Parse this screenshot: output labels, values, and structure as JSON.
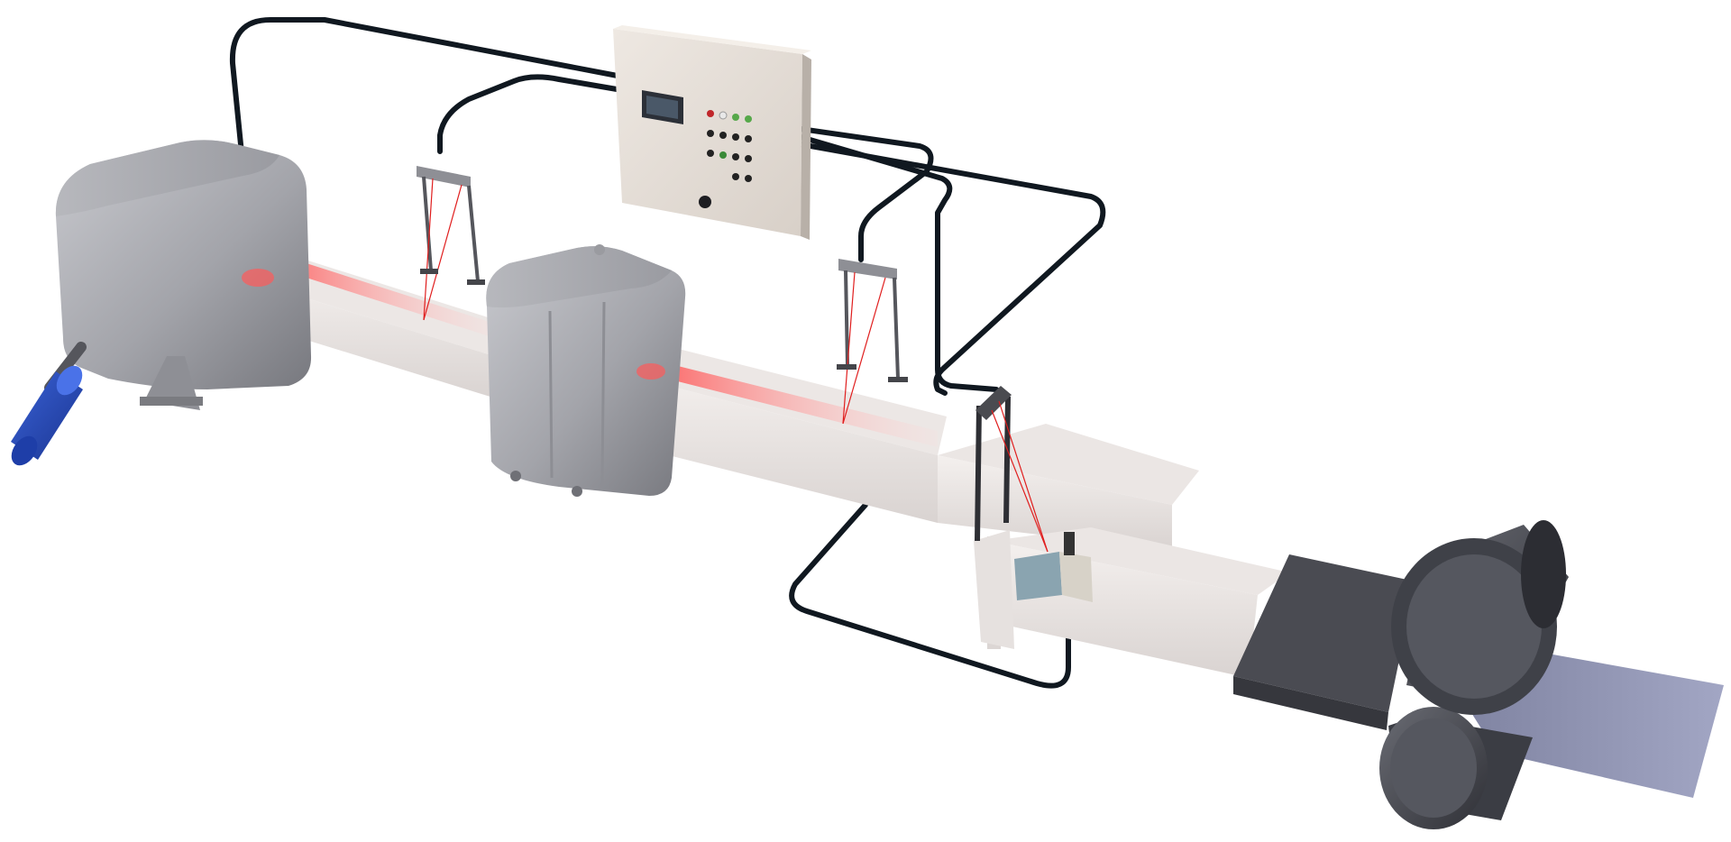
{
  "scene": {
    "background": "#ffffff",
    "colors": {
      "furnace_metal": "#a7a8ad",
      "furnace_metal_dark": "#7d7e84",
      "trough": "#e8e4e2",
      "trough_inner": "#f3eeec",
      "glow": "#ff5a5a",
      "laser": "#e01e1e",
      "cable": "#101820",
      "panel": "#e6dfd8",
      "roller": "#4b4d55",
      "sheet": "#8f93b0",
      "motor": "#2346b0"
    },
    "components": [
      {
        "id": "motor",
        "icon": "motor-icon"
      },
      {
        "id": "melting-furnace",
        "icon": "furnace-icon"
      },
      {
        "id": "holding-furnace",
        "icon": "furnace-icon"
      },
      {
        "id": "control-panel",
        "icon": "control-panel-icon"
      },
      {
        "id": "laser-sensor-1",
        "icon": "laser-sensor-icon"
      },
      {
        "id": "laser-sensor-2",
        "icon": "laser-sensor-icon"
      },
      {
        "id": "laser-sensor-3",
        "icon": "laser-sensor-icon"
      },
      {
        "id": "casting-pad",
        "icon": "caster-icon"
      },
      {
        "id": "rolling-mill",
        "icon": "roller-icon"
      },
      {
        "id": "metal-sheet",
        "icon": "sheet-icon"
      }
    ]
  }
}
